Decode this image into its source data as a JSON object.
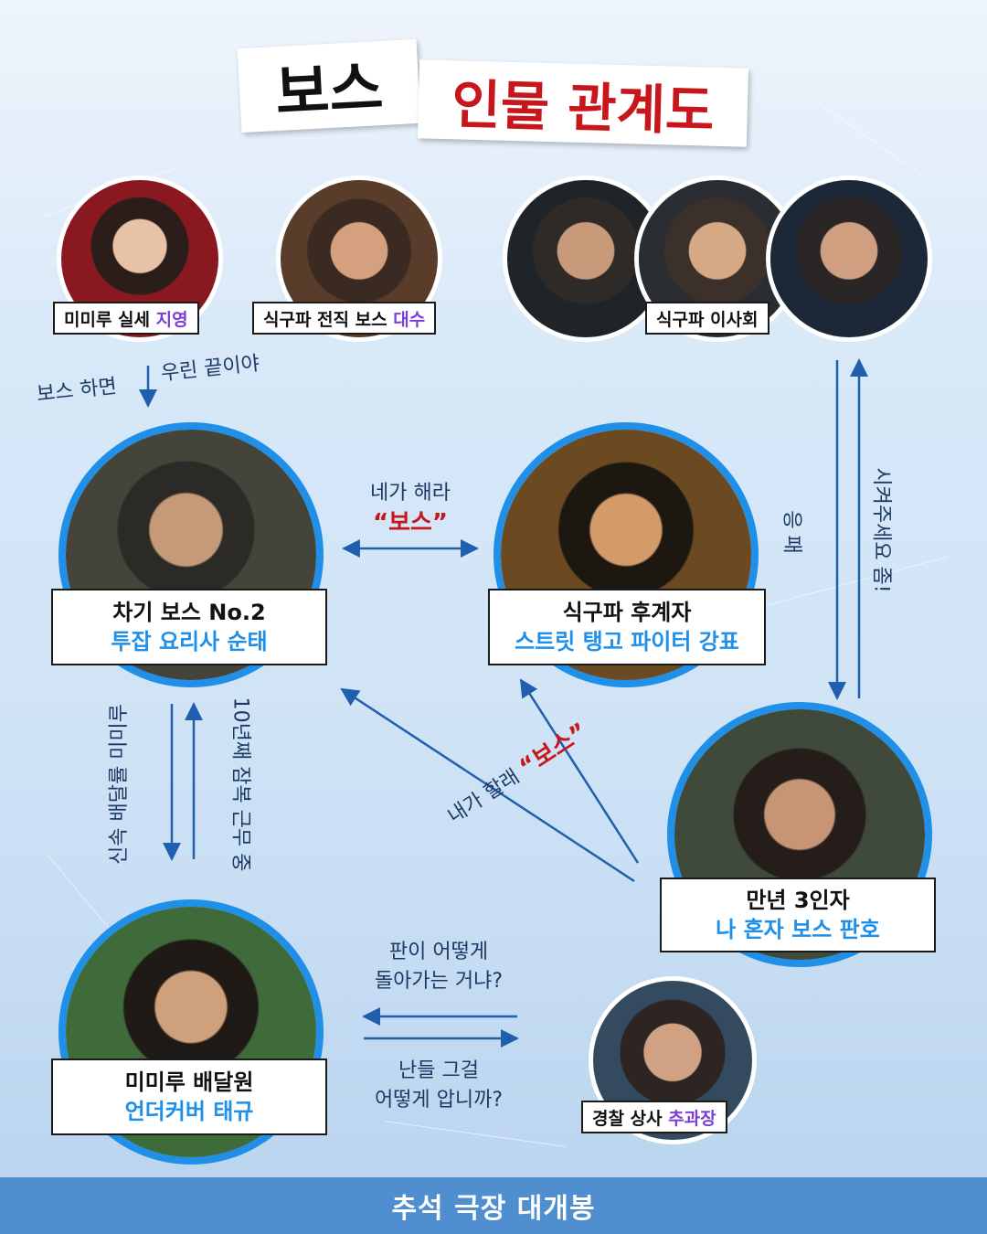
{
  "title": {
    "main": "보스",
    "sub": "인물 관계도"
  },
  "characters": {
    "jiyoung": {
      "label_prefix": "미미루 실세 ",
      "label_name": "지영"
    },
    "daesu": {
      "label_prefix": "식구파 전직 보스 ",
      "label_name": "대수"
    },
    "board": {
      "label": "식구파 이사회"
    },
    "soontae": {
      "line1": "차기 보스 No.2",
      "line2": "투잡 요리사 순태"
    },
    "kangpyo": {
      "line1": "식구파 후계자",
      "line2": "스트릿 탱고 파이터 강표"
    },
    "panho": {
      "line1": "만년 3인자",
      "line2": "나 혼자 보스 판호"
    },
    "taegyu": {
      "line1": "미미루 배달원",
      "line2": "언더커버 태규"
    },
    "chief": {
      "label_prefix": "경찰 상사 ",
      "label_name": "추과장"
    }
  },
  "relations": {
    "jiyoung_soontae_left": "보스 하면",
    "jiyoung_soontae_right": "우린 끝이야",
    "soontae_kangpyo_line1": "네가 해라",
    "soontae_kangpyo_quote": "“보스”",
    "panho_claim_prefix": "내가 할래 ",
    "panho_claim_quote": "“보스”",
    "board_panho_down": "응 패",
    "panho_board_up": "시켜주세요 좀!",
    "taegyu_soontae_up": "10년째 잠복 근무 중",
    "soontae_taegyu_down": "신속 배달률 미미루",
    "chief_question_1": "판이 어떻게",
    "chief_question_2": "돌아가는 거냐?",
    "taegyu_answer_1": "난들 그걸",
    "taegyu_answer_2": "어떻게 압니까?"
  },
  "footer": "추석 극장 대개봉",
  "colors": {
    "accent_blue": "#1f8fe8",
    "title_red": "#c8161d",
    "highlight_purple": "#7b3fd6",
    "footer_bg": "#4f8fd0"
  }
}
